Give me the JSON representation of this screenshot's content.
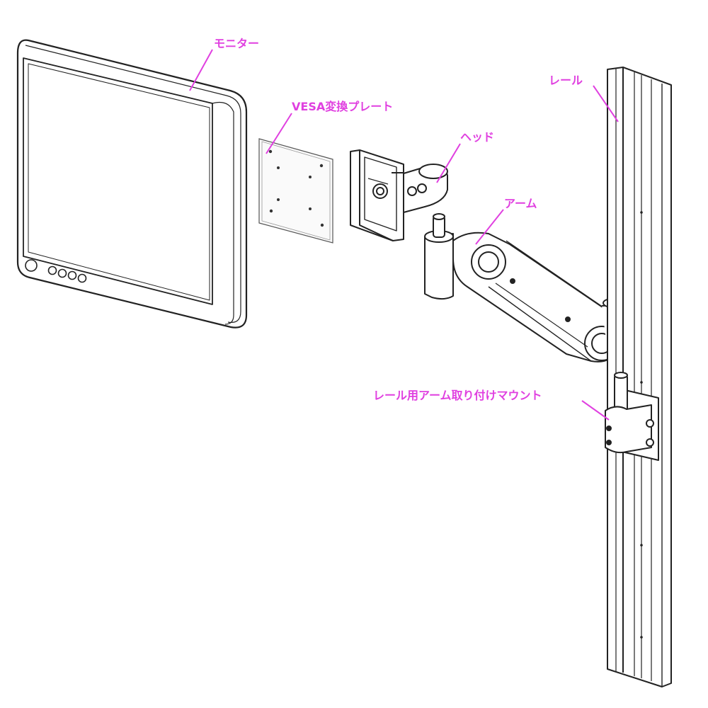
{
  "labels": {
    "monitor": "モニター",
    "vesa_plate": "VESA変換プレート",
    "head": "ヘッド",
    "arm": "アーム",
    "rail": "レール",
    "rail_mount": "レール用アーム取り付けマウント"
  },
  "colors": {
    "label": "#e040e0",
    "leader": "#e040e0",
    "outline": "#222222",
    "background": "#ffffff"
  }
}
